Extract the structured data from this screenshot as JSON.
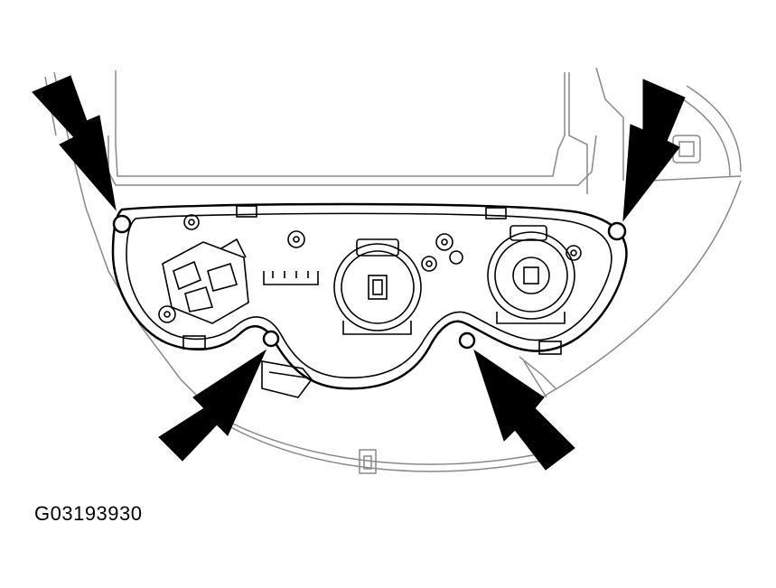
{
  "figure": {
    "id": "G03193930"
  },
  "colors": {
    "ink": "#000000",
    "paper": "#ffffff",
    "fine_line": "#777777"
  },
  "arrows": [
    {
      "name": "arrow-top-left",
      "target": "mounting-hole-top-left"
    },
    {
      "name": "arrow-top-right",
      "target": "mounting-hole-top-right"
    },
    {
      "name": "arrow-bottom-left",
      "target": "mounting-hole-bottom-left"
    },
    {
      "name": "arrow-bottom-right",
      "target": "mounting-hole-bottom-right"
    }
  ]
}
